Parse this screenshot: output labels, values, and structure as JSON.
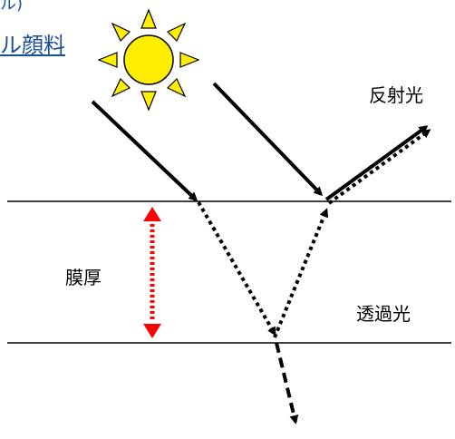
{
  "header": {
    "top_cut_text": "ル)",
    "link_text": "ル顔料"
  },
  "labels": {
    "reflected_light": "反射光",
    "film_thickness": "膜厚",
    "transmitted_light": "透過光"
  },
  "colors": {
    "sun_fill": "#ffee00",
    "sun_stroke": "#000000",
    "arrow": "#000000",
    "thickness_arrow": "#ff0000",
    "link": "#1a4f9a",
    "line": "#000000"
  }
}
